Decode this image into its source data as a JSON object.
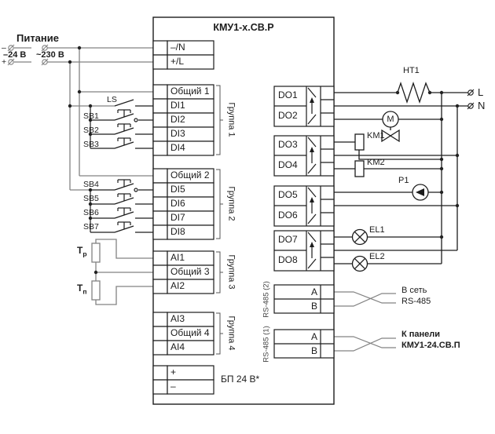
{
  "power": {
    "title": "Питание",
    "dc_minus": "–",
    "dc_label": "–24 В",
    "dc_plus": "+",
    "ac_label": "~230 В"
  },
  "device": {
    "title": "КМУ1-х.СВ.Р",
    "power_terminals": [
      "–/N",
      "+/L"
    ],
    "group1": {
      "rows": [
        "Общий 1",
        "DI1",
        "DI2",
        "DI3",
        "DI4"
      ],
      "label": "Группа 1"
    },
    "group2": {
      "rows": [
        "Общий 2",
        "DI5",
        "DI6",
        "DI7",
        "DI8"
      ],
      "label": "Группа 2"
    },
    "group3": {
      "rows": [
        "AI1",
        "Общий 3",
        "AI2"
      ],
      "label": "Группа 3"
    },
    "group4": {
      "rows": [
        "AI3",
        "Общий 4",
        "AI4"
      ],
      "label": "Группа 4"
    },
    "psu": {
      "rows": [
        "+",
        "–"
      ],
      "label": "БП 24 В*"
    },
    "do_labels": [
      "DO1",
      "DO2",
      "DO3",
      "DO4",
      "DO5",
      "DO6",
      "DO7",
      "DO8"
    ],
    "rs485_2": {
      "label": "RS-485 (2)",
      "a": "A",
      "b": "B"
    },
    "rs485_1": {
      "label": "RS-485 (1)",
      "a": "A",
      "b": "B"
    }
  },
  "inputs": {
    "ls": "LS",
    "sb": [
      "SB1",
      "SB2",
      "SB3",
      "SB4",
      "SB5",
      "SB6",
      "SB7"
    ],
    "tr": {
      "base": "Т",
      "sub": "р"
    },
    "tp": {
      "base": "Т",
      "sub": "п"
    }
  },
  "loads": {
    "ht1": "HT1",
    "m": "M",
    "km1": "KM1",
    "km2": "KM2",
    "p1": "P1",
    "el1": "EL1",
    "el2": "EL2"
  },
  "supply": {
    "l": "L",
    "n": "N"
  },
  "rs485_dest": {
    "net_line1": "В сеть",
    "net_line2": "RS-485",
    "panel_line1": "К панели",
    "panel_line2": "КМУ1-24.СВ.П"
  }
}
